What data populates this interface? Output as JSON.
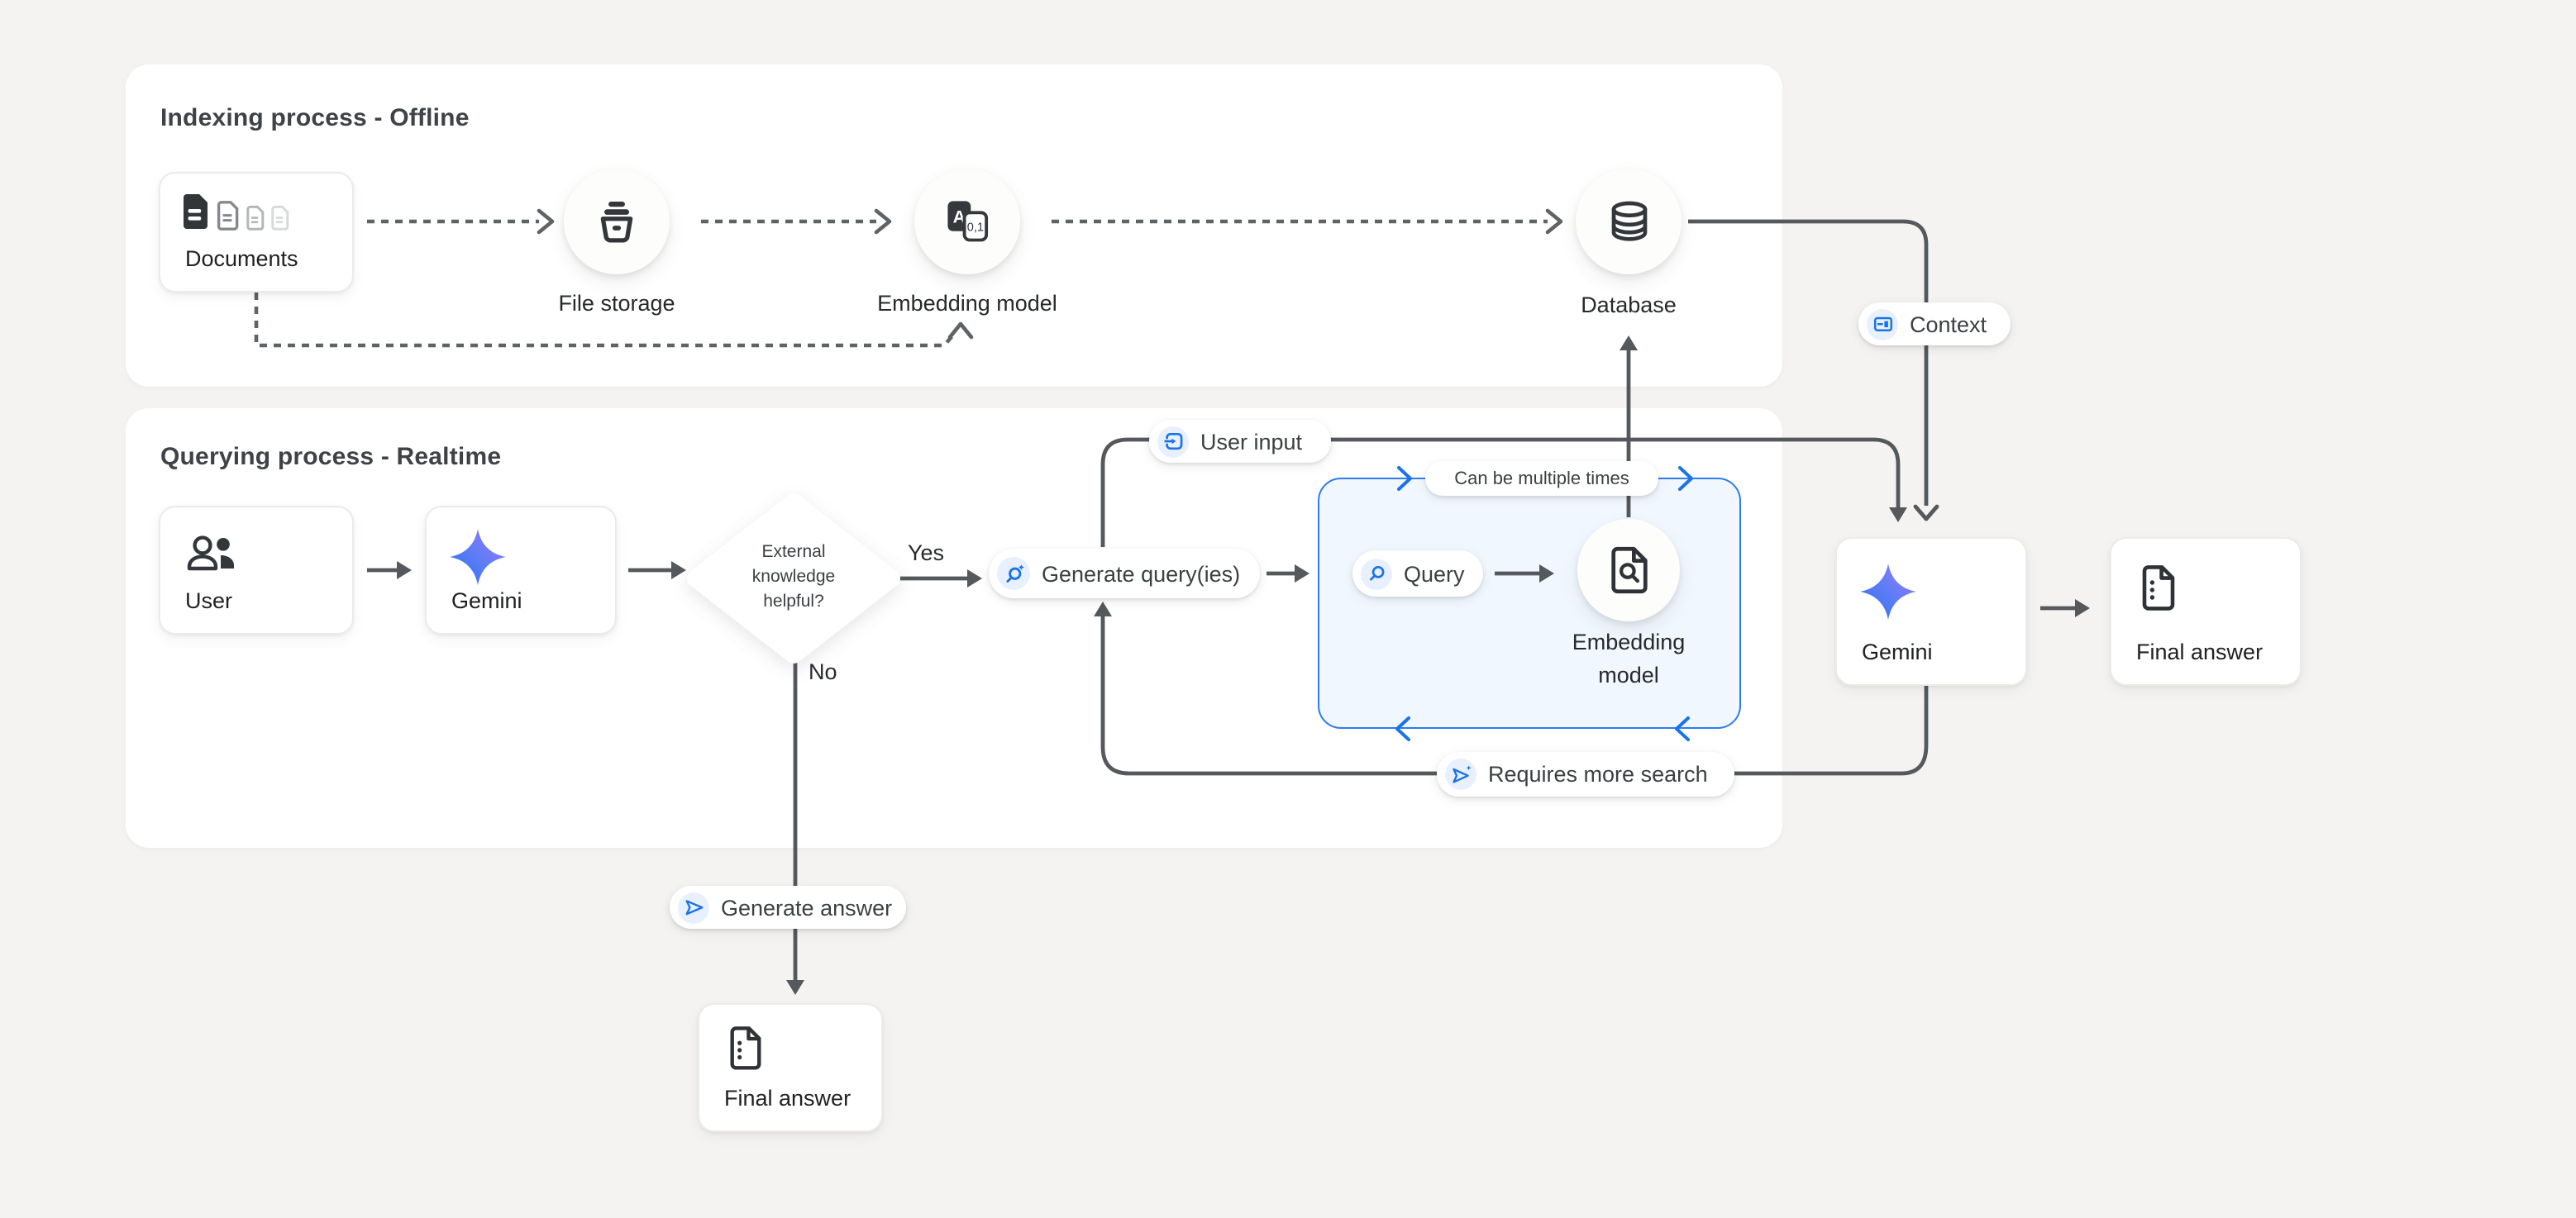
{
  "colors": {
    "background": "#f4f3f1",
    "panel": "#ffffff",
    "accent_blue": "#1a73e8",
    "blue_box_border": "#2e7cf0",
    "blue_box_fill": "#f1f7fe",
    "icon_chip_blue": "#e8f0fe",
    "line_gray": "#55585c",
    "dashed_line_gray": "#5f6266",
    "text_dark": "#202124",
    "text_gray": "#3c4043",
    "gemini_gradient_start": "#276ff1",
    "gemini_gradient_end": "#9b79f8"
  },
  "icons": [
    "documents-icon",
    "file-storage-bucket-icon",
    "translate-embedding-icon",
    "database-icon",
    "group-users-icon",
    "gemini-sparkle-icon",
    "search-sparkle-icon",
    "magnifier-icon",
    "doc-search-icon",
    "doc-answer-icon",
    "context-icon",
    "login-icon",
    "send-icon",
    "send-sparkle-icon"
  ],
  "indexing": {
    "title": "Indexing process - Offline",
    "documents_label": "Documents",
    "file_storage_label": "File storage",
    "embedding_label": "Embedding model",
    "embedding_icon_letter": "A",
    "embedding_icon_digits": "0,1",
    "database_label": "Database"
  },
  "querying": {
    "title": "Querying process - Realtime",
    "user_label": "User",
    "gemini_label": "Gemini",
    "decision": {
      "line1": "External",
      "line2": "knowledge",
      "line3": "helpful?"
    },
    "yes_label": "Yes",
    "no_label": "No",
    "generate_query_label": "Generate query(ies)",
    "user_input_label": "User input",
    "context_label": "Context",
    "can_be_multiple_label": "Can be multiple times",
    "query_label": "Query",
    "embedding_line1": "Embedding",
    "embedding_line2": "model",
    "requires_more_search_label": "Requires more search",
    "generate_answer_label": "Generate answer",
    "gemini2_label": "Gemini",
    "final_answer_label": "Final answer",
    "final_answer2_label": "Final answer"
  }
}
